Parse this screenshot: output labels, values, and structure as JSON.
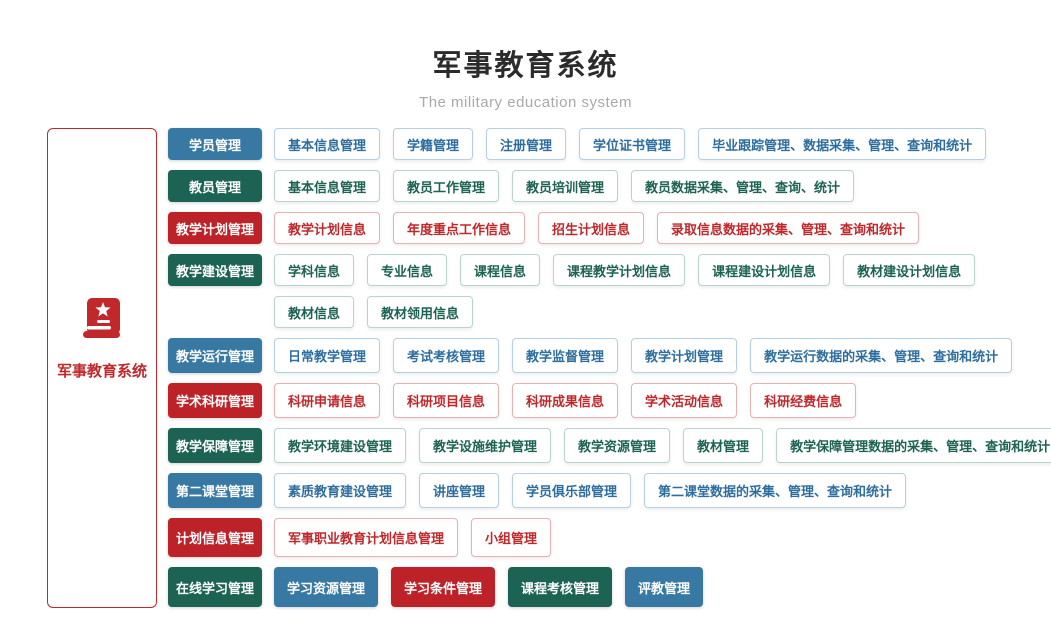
{
  "header": {
    "title": "军事教育系统",
    "subtitle": "The military education system"
  },
  "sidebar": {
    "label": "军事教育系统",
    "icon": "book-star-icon",
    "border_color": "#c0282c"
  },
  "colors": {
    "blue": "#3879a4",
    "green": "#1d6353",
    "red": "#bd2228",
    "outline_blue_text": "#2e6e9e",
    "outline_green_text": "#1d6353",
    "outline_red_text": "#c0282c"
  },
  "rows": [
    {
      "category": {
        "label": "学员管理",
        "color": "blue"
      },
      "item_lines": [
        [
          {
            "label": "基本信息管理",
            "color": "blue",
            "variant": "outline"
          },
          {
            "label": "学籍管理",
            "color": "blue",
            "variant": "outline"
          },
          {
            "label": "注册管理",
            "color": "blue",
            "variant": "outline"
          },
          {
            "label": "学位证书管理",
            "color": "blue",
            "variant": "outline"
          },
          {
            "label": "毕业跟踪管理、数据采集、管理、查询和统计",
            "color": "blue",
            "variant": "outline"
          }
        ]
      ]
    },
    {
      "category": {
        "label": "教员管理",
        "color": "green"
      },
      "item_lines": [
        [
          {
            "label": "基本信息管理",
            "color": "green",
            "variant": "outline"
          },
          {
            "label": "教员工作管理",
            "color": "green",
            "variant": "outline"
          },
          {
            "label": "教员培训管理",
            "color": "green",
            "variant": "outline"
          },
          {
            "label": "教员数据采集、管理、查询、统计",
            "color": "green",
            "variant": "outline"
          }
        ]
      ]
    },
    {
      "category": {
        "label": "教学计划管理",
        "color": "red"
      },
      "item_lines": [
        [
          {
            "label": "教学计划信息",
            "color": "red",
            "variant": "outline"
          },
          {
            "label": "年度重点工作信息",
            "color": "red",
            "variant": "outline"
          },
          {
            "label": "招生计划信息",
            "color": "red",
            "variant": "outline"
          },
          {
            "label": "录取信息数据的采集、管理、查询和统计",
            "color": "red",
            "variant": "outline"
          }
        ]
      ]
    },
    {
      "category": {
        "label": "教学建设管理",
        "color": "green"
      },
      "item_lines": [
        [
          {
            "label": "学科信息",
            "color": "green",
            "variant": "outline"
          },
          {
            "label": "专业信息",
            "color": "green",
            "variant": "outline"
          },
          {
            "label": "课程信息",
            "color": "green",
            "variant": "outline"
          },
          {
            "label": "课程教学计划信息",
            "color": "green",
            "variant": "outline"
          },
          {
            "label": "课程建设计划信息",
            "color": "green",
            "variant": "outline"
          },
          {
            "label": "教材建设计划信息",
            "color": "green",
            "variant": "outline"
          }
        ],
        [
          {
            "label": "教材信息",
            "color": "green",
            "variant": "outline"
          },
          {
            "label": "教材领用信息",
            "color": "green",
            "variant": "outline"
          }
        ]
      ]
    },
    {
      "category": {
        "label": "教学运行管理",
        "color": "blue"
      },
      "item_lines": [
        [
          {
            "label": "日常教学管理",
            "color": "blue",
            "variant": "outline"
          },
          {
            "label": "考试考核管理",
            "color": "blue",
            "variant": "outline"
          },
          {
            "label": "教学监督管理",
            "color": "blue",
            "variant": "outline"
          },
          {
            "label": "教学计划管理",
            "color": "blue",
            "variant": "outline"
          },
          {
            "label": "教学运行数据的采集、管理、查询和统计",
            "color": "blue",
            "variant": "outline"
          }
        ]
      ]
    },
    {
      "category": {
        "label": "学术科研管理",
        "color": "red"
      },
      "item_lines": [
        [
          {
            "label": "科研申请信息",
            "color": "red",
            "variant": "outline"
          },
          {
            "label": "科研项目信息",
            "color": "red",
            "variant": "outline"
          },
          {
            "label": "科研成果信息",
            "color": "red",
            "variant": "outline"
          },
          {
            "label": "学术活动信息",
            "color": "red",
            "variant": "outline"
          },
          {
            "label": "科研经费信息",
            "color": "red",
            "variant": "outline"
          }
        ]
      ]
    },
    {
      "category": {
        "label": "教学保障管理",
        "color": "green"
      },
      "item_lines": [
        [
          {
            "label": "教学环境建设管理",
            "color": "green",
            "variant": "outline"
          },
          {
            "label": "教学设施维护管理",
            "color": "green",
            "variant": "outline"
          },
          {
            "label": "教学资源管理",
            "color": "green",
            "variant": "outline"
          },
          {
            "label": "教材管理",
            "color": "green",
            "variant": "outline"
          },
          {
            "label": "教学保障管理数据的采集、管理、查询和统计",
            "color": "green",
            "variant": "outline"
          }
        ]
      ]
    },
    {
      "category": {
        "label": "第二课堂管理",
        "color": "blue"
      },
      "item_lines": [
        [
          {
            "label": "素质教育建设管理",
            "color": "blue",
            "variant": "outline"
          },
          {
            "label": "讲座管理",
            "color": "blue",
            "variant": "outline"
          },
          {
            "label": "学员俱乐部管理",
            "color": "blue",
            "variant": "outline"
          },
          {
            "label": "第二课堂数据的采集、管理、查询和统计",
            "color": "blue",
            "variant": "outline"
          }
        ]
      ]
    },
    {
      "category": {
        "label": "计划信息管理",
        "color": "red"
      },
      "item_lines": [
        [
          {
            "label": "军事职业教育计划信息管理",
            "color": "red",
            "variant": "outline"
          },
          {
            "label": "小组管理",
            "color": "red",
            "variant": "outline"
          }
        ]
      ]
    },
    {
      "category": {
        "label": "在线学习管理",
        "color": "green"
      },
      "item_lines": [
        [
          {
            "label": "学习资源管理",
            "color": "blue",
            "variant": "solid"
          },
          {
            "label": "学习条件管理",
            "color": "red",
            "variant": "solid"
          },
          {
            "label": "课程考核管理",
            "color": "green",
            "variant": "solid"
          },
          {
            "label": "评教管理",
            "color": "blue",
            "variant": "solid"
          }
        ]
      ]
    }
  ]
}
